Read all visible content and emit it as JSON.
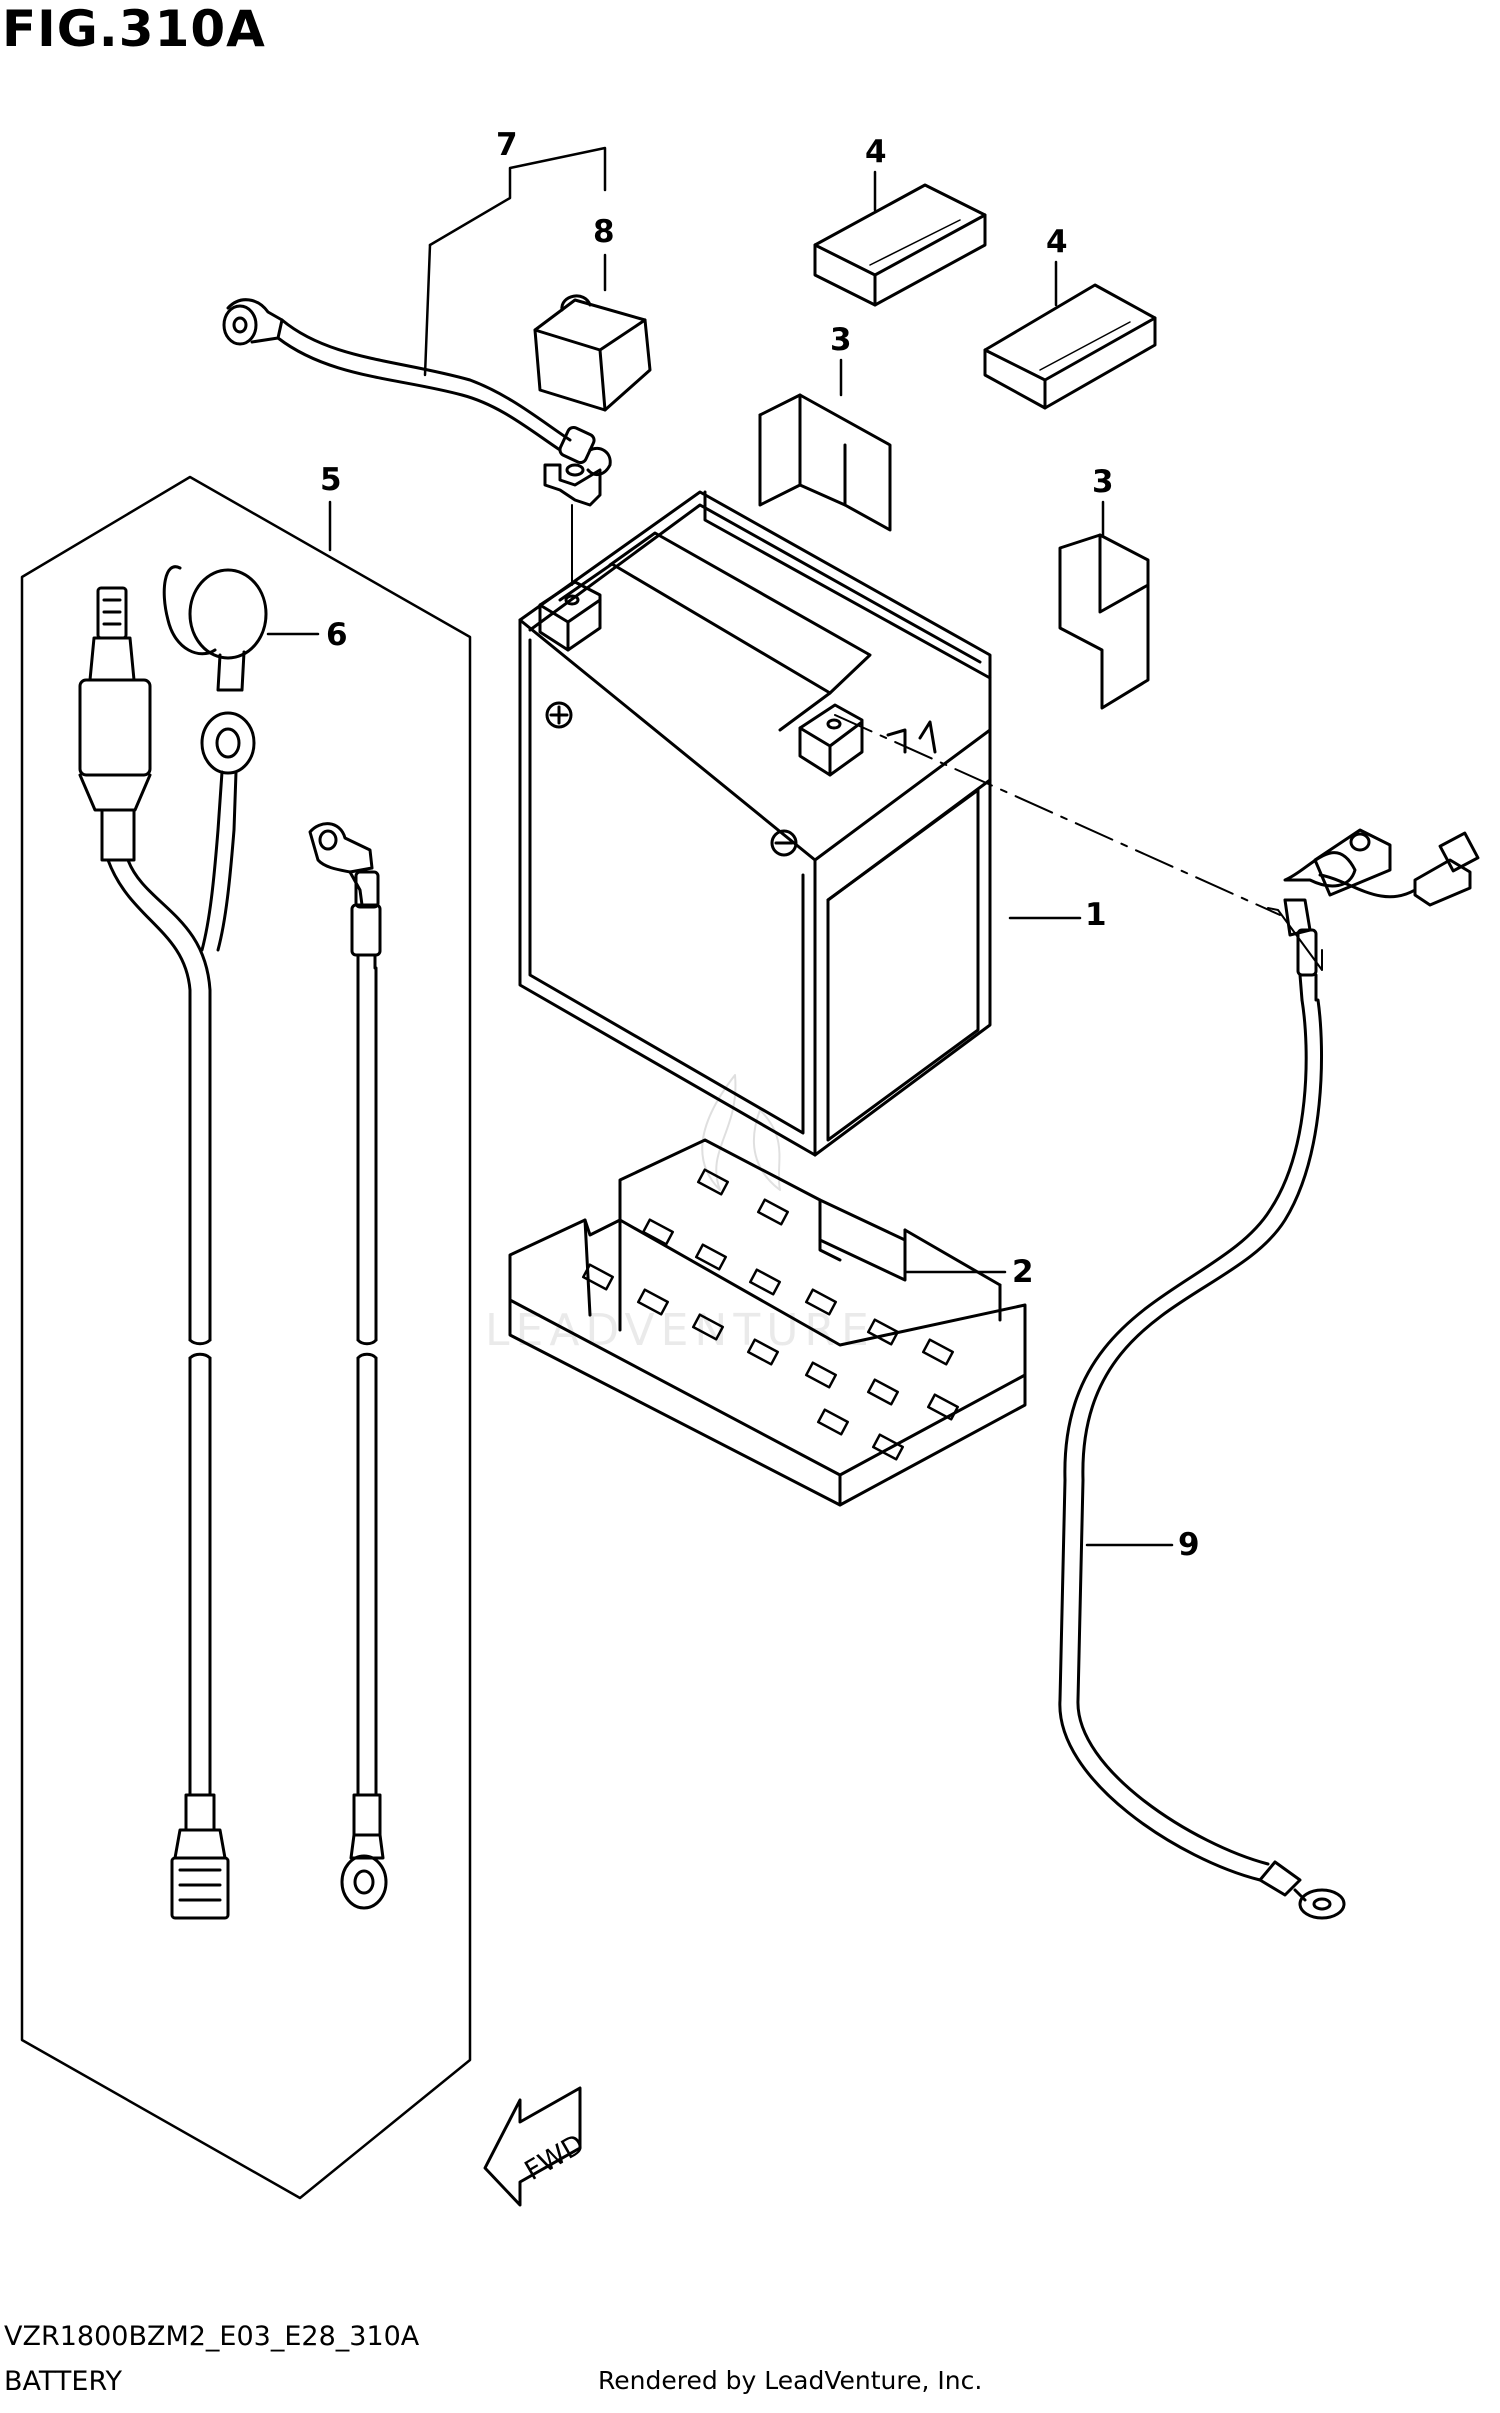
{
  "figure_title": "FIG.310A",
  "callouts": {
    "c1": "1",
    "c2": "2",
    "c3a": "3",
    "c3b": "3",
    "c4a": "4",
    "c4b": "4",
    "c5": "5",
    "c6": "6",
    "c7": "7",
    "c8": "8",
    "c9": "9"
  },
  "fwd_label": "FWD",
  "watermark": "LEADVENTURE",
  "footer": {
    "model_code": "VZR1800BZM2_E03_E28_310A",
    "section_name": "BATTERY",
    "credit": "Rendered by LeadVenture, Inc."
  }
}
